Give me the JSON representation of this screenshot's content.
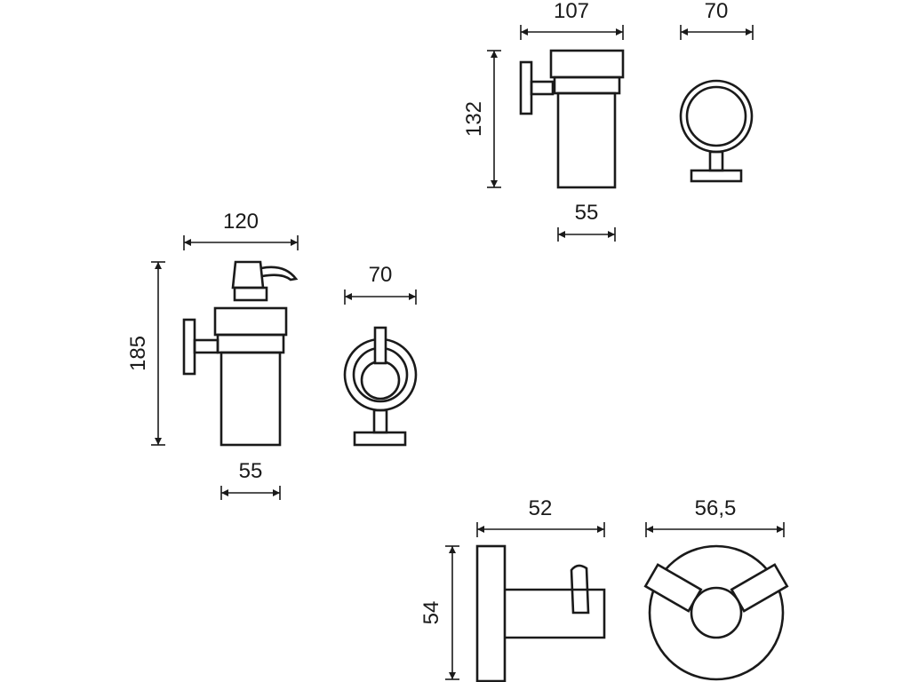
{
  "colors": {
    "ink": "#1a1a1a",
    "background": "#ffffff"
  },
  "tumbler_holder": {
    "width_label": "107",
    "height_label": "132",
    "base_label": "55",
    "side_width_label": "70"
  },
  "soap_dispenser": {
    "width_label": "120",
    "height_label": "185",
    "base_label": "55",
    "side_width_label": "70"
  },
  "robe_hook": {
    "width_label": "52",
    "height_label": "54",
    "side_width_label": "56,5"
  }
}
